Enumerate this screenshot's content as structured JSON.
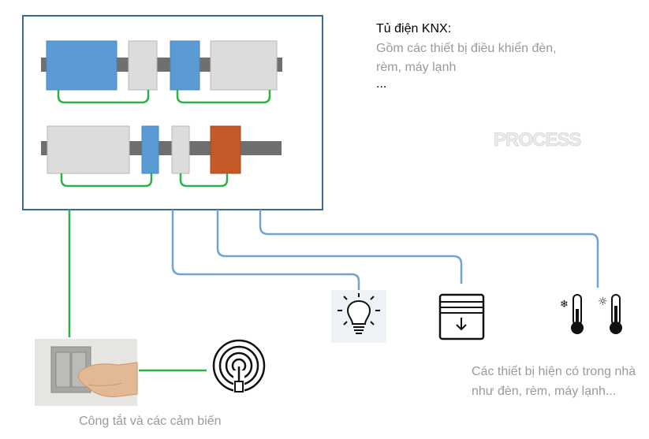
{
  "cabinet": {
    "title": "Tủ điện KNX:",
    "description": "Gồm các thiết bị điều khiển đèn, rèm, máy lạnh",
    "ellipsis": "..."
  },
  "watermark": "PROCESS",
  "captions": {
    "switches": "Công tắt và các cảm biến",
    "devices": "Các thiết bị hiện có trong nhà như đèn, rèm, máy lạnh..."
  },
  "icons": [
    "light-bulb-icon",
    "curtain-icon",
    "thermometer-snowflake-icon",
    "thermometer-sun-icon",
    "wireless-sensor-icon",
    "wall-switch-photo"
  ],
  "colors": {
    "bus_line": "#6fa3d6",
    "green_line": "#2db24a",
    "module_blue": "#5b9bd5",
    "module_gray": "#d9d9d9",
    "module_orange": "#c55a28",
    "rail": "#6f6f6f",
    "cabinet_border": "#3b6a99"
  }
}
